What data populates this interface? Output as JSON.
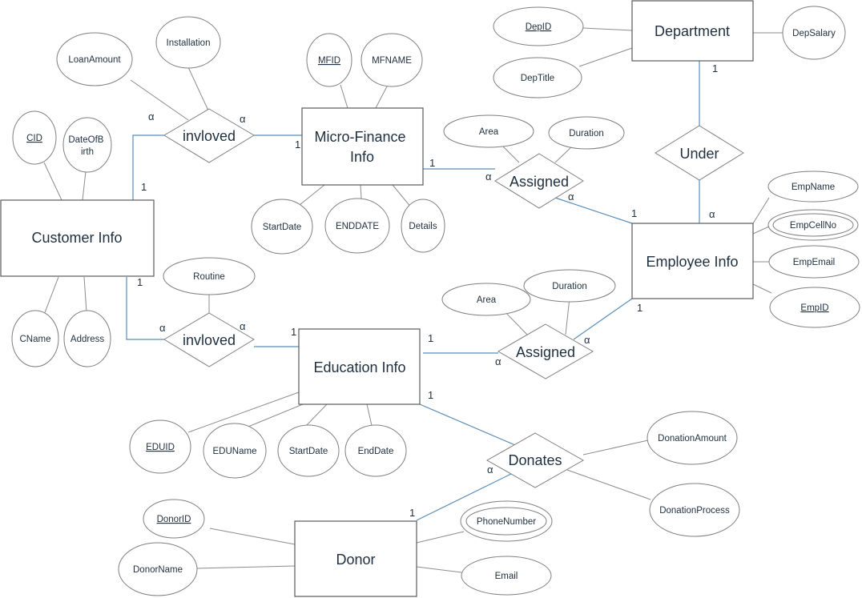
{
  "diagram": {
    "entities": {
      "customer_info": "Customer Info",
      "micro_finance_info": [
        "Micro-Finance",
        "Info"
      ],
      "education_info": "Education Info",
      "department": "Department",
      "employee_info": "Employee Info",
      "donor": "Donor"
    },
    "relationships": {
      "involved_top": "invloved",
      "involved_bottom": "invloved",
      "assigned_top": "Assigned",
      "assigned_bottom": "Assigned",
      "under": "Under",
      "donates": "Donates"
    },
    "attributes": {
      "loan_amount": "LoanAmount",
      "installation": "Installation",
      "cid": "CID",
      "date_of_birth": [
        "DateOfB",
        "irth"
      ],
      "cname": "CName",
      "address": "Address",
      "routine": "Routine",
      "mfid": "MFID",
      "mfname": "MFNAME",
      "mf_start_date": "StartDate",
      "mf_end_date": "ENDDATE",
      "mf_details": "Details",
      "area_top": "Area",
      "duration_top": "Duration",
      "area_bottom": "Area",
      "duration_bottom": "Duration",
      "dep_id": "DepID",
      "dep_title": "DepTitle",
      "dep_salary": "DepSalary",
      "emp_name": "EmpName",
      "emp_cell_no": "EmpCellNo",
      "emp_email": "EmpEmail",
      "emp_id": "EmpID",
      "eduid": "EDUID",
      "eduname": "EDUName",
      "edu_start_date": "StartDate",
      "edu_end_date": "EndDate",
      "donation_amount": "DonationAmount",
      "donation_process": "DonationProcess",
      "donor_id": "DonorID",
      "donor_name": "DonorName",
      "phone_number": "PhoneNumber",
      "email": "Email"
    },
    "cardinalities": {
      "one": "1",
      "many": "α"
    },
    "colors": {
      "relationship_line": "#5b8db8",
      "attribute_line": "#8c8c8c",
      "shape_stroke": "#7f7f7f",
      "text": "#1f2f3f"
    }
  }
}
